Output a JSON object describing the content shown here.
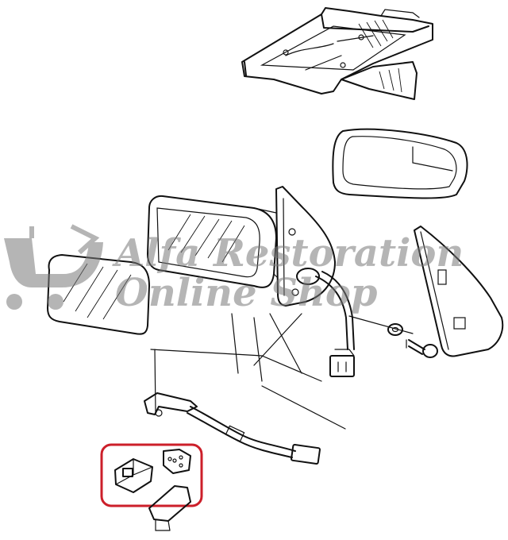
{
  "watermark": {
    "line1": "Alfa Restoration",
    "line2": "Online Shop",
    "color": "#7a7a7a"
  },
  "highlight": {
    "color": "#cc1f2a",
    "label": "switch-and-knob-group"
  },
  "parts": [
    "mirror-housing-bottom",
    "mirror-trim-strip",
    "outer-mirror-glass",
    "mirror-glass-front",
    "mirror-head",
    "mirror-base-bracket",
    "cable-with-connector",
    "triangle-cover",
    "washer",
    "screw",
    "adjustment-switch-assembly",
    "switch-knob",
    "switch-cover"
  ],
  "icons": [
    "wheel-logo-icon"
  ]
}
